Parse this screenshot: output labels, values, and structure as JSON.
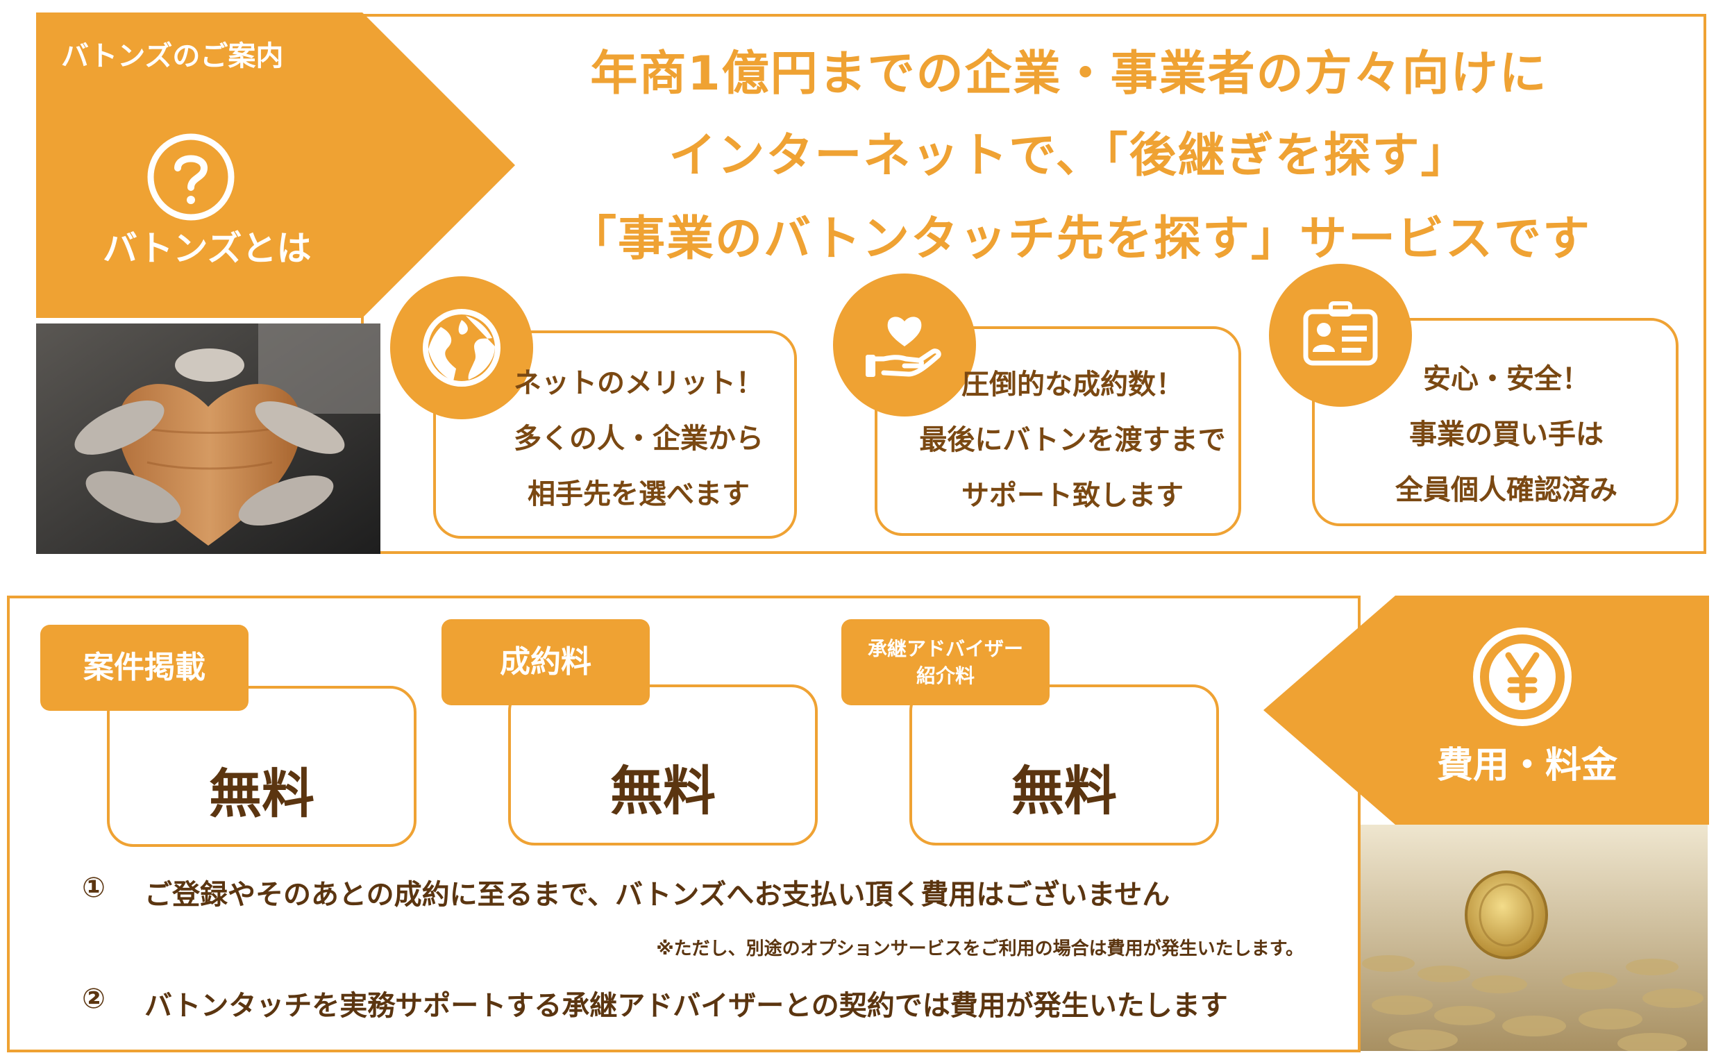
{
  "colors": {
    "accent": "#efa233",
    "text_brown": "#5b3510",
    "white": "#ffffff"
  },
  "intro_banner": {
    "label": "バトンズのご案内",
    "icon": "question-circle-icon",
    "title": "バトンズとは"
  },
  "headline": {
    "line1": "年商1億円までの企業・事業者の方々向けに",
    "line2": "インターネットで、「後継ぎを探す」",
    "line3": "「事業のバトンタッチ先を探す」サービスです"
  },
  "features": [
    {
      "icon": "globe-icon",
      "line1": "ネットのメリット！",
      "line2": "多くの人・企業から",
      "line3": "相手先を選べます"
    },
    {
      "icon": "heart-hand-icon",
      "line1": "圧倒的な成約数！",
      "line2": "最後にバトンを渡すまで",
      "line3": "サポート致します"
    },
    {
      "icon": "id-card-icon",
      "line1": "安心・安全！",
      "line2": "事業の買い手は",
      "line3": "全員個人確認済み"
    }
  ],
  "fees_banner": {
    "icon": "yen-circle-icon",
    "title": "費用・料金"
  },
  "fees": [
    {
      "label": "案件掲載",
      "value": "無料"
    },
    {
      "label": "成約料",
      "value": "無料"
    },
    {
      "label_line1": "承継アドバイザー",
      "label_line2": "紹介料",
      "value": "無料"
    }
  ],
  "notes": [
    {
      "marker": "①",
      "text": "ご登録やそのあとの成約に至るまで、バトンズへお支払い頂く費用はございません"
    },
    {
      "marker": "②",
      "text": "バトンタッチを実務サポートする承継アドバイザーとの契約では費用が発生いたします"
    }
  ],
  "note_sub": "※ただし、別途のオプションサービスをご利用の場合は費用が発生いたします。"
}
